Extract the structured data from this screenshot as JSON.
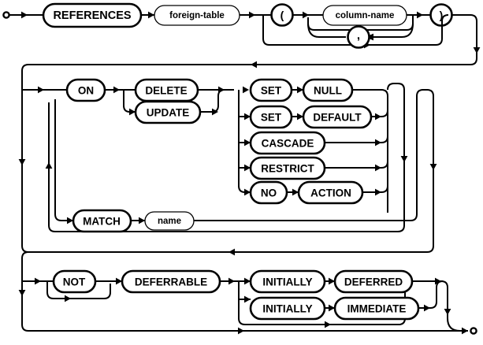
{
  "diagram": {
    "name": "REFERENCES foreign key clause syntax diagram",
    "type": "railroad-syntax-diagram",
    "colors": {
      "line": "#000000",
      "background": "#ffffff",
      "text": "#000000"
    },
    "start_marker": "start-circle",
    "end_marker": "end-circle",
    "nodes": {
      "references": {
        "label": "REFERENCES",
        "kind": "terminal"
      },
      "foreign_table": {
        "label": "foreign-table",
        "kind": "nonterminal"
      },
      "lparen": {
        "label": "(",
        "kind": "terminal"
      },
      "column_name": {
        "label": "column-name",
        "kind": "nonterminal"
      },
      "comma": {
        "label": ",",
        "kind": "terminal"
      },
      "rparen": {
        "label": ")",
        "kind": "terminal"
      },
      "on": {
        "label": "ON",
        "kind": "terminal"
      },
      "delete": {
        "label": "DELETE",
        "kind": "terminal"
      },
      "update": {
        "label": "UPDATE",
        "kind": "terminal"
      },
      "set1": {
        "label": "SET",
        "kind": "terminal"
      },
      "null": {
        "label": "NULL",
        "kind": "terminal"
      },
      "set2": {
        "label": "SET",
        "kind": "terminal"
      },
      "default": {
        "label": "DEFAULT",
        "kind": "terminal"
      },
      "cascade": {
        "label": "CASCADE",
        "kind": "terminal"
      },
      "restrict": {
        "label": "RESTRICT",
        "kind": "terminal"
      },
      "no": {
        "label": "NO",
        "kind": "terminal"
      },
      "action": {
        "label": "ACTION",
        "kind": "terminal"
      },
      "match": {
        "label": "MATCH",
        "kind": "terminal"
      },
      "name": {
        "label": "name",
        "kind": "nonterminal"
      },
      "not": {
        "label": "NOT",
        "kind": "terminal"
      },
      "deferrable": {
        "label": "DEFERRABLE",
        "kind": "terminal"
      },
      "initially1": {
        "label": "INITIALLY",
        "kind": "terminal"
      },
      "deferred": {
        "label": "DEFERRED",
        "kind": "terminal"
      },
      "initially2": {
        "label": "INITIALLY",
        "kind": "terminal"
      },
      "immediate": {
        "label": "IMMEDIATE",
        "kind": "terminal"
      }
    },
    "rows": [
      {
        "id": "row-1",
        "sequence": [
          "REFERENCES",
          "foreign-table",
          "( column-name [, column-name] )"
        ]
      },
      {
        "id": "row-2",
        "sequence": [
          "ON DELETE|UPDATE",
          "SET NULL | SET DEFAULT | CASCADE | RESTRICT | NO ACTION",
          "MATCH name"
        ]
      },
      {
        "id": "row-3",
        "sequence": [
          "NOT DEFERRABLE",
          "INITIALLY DEFERRED | INITIALLY IMMEDIATE"
        ]
      }
    ]
  }
}
